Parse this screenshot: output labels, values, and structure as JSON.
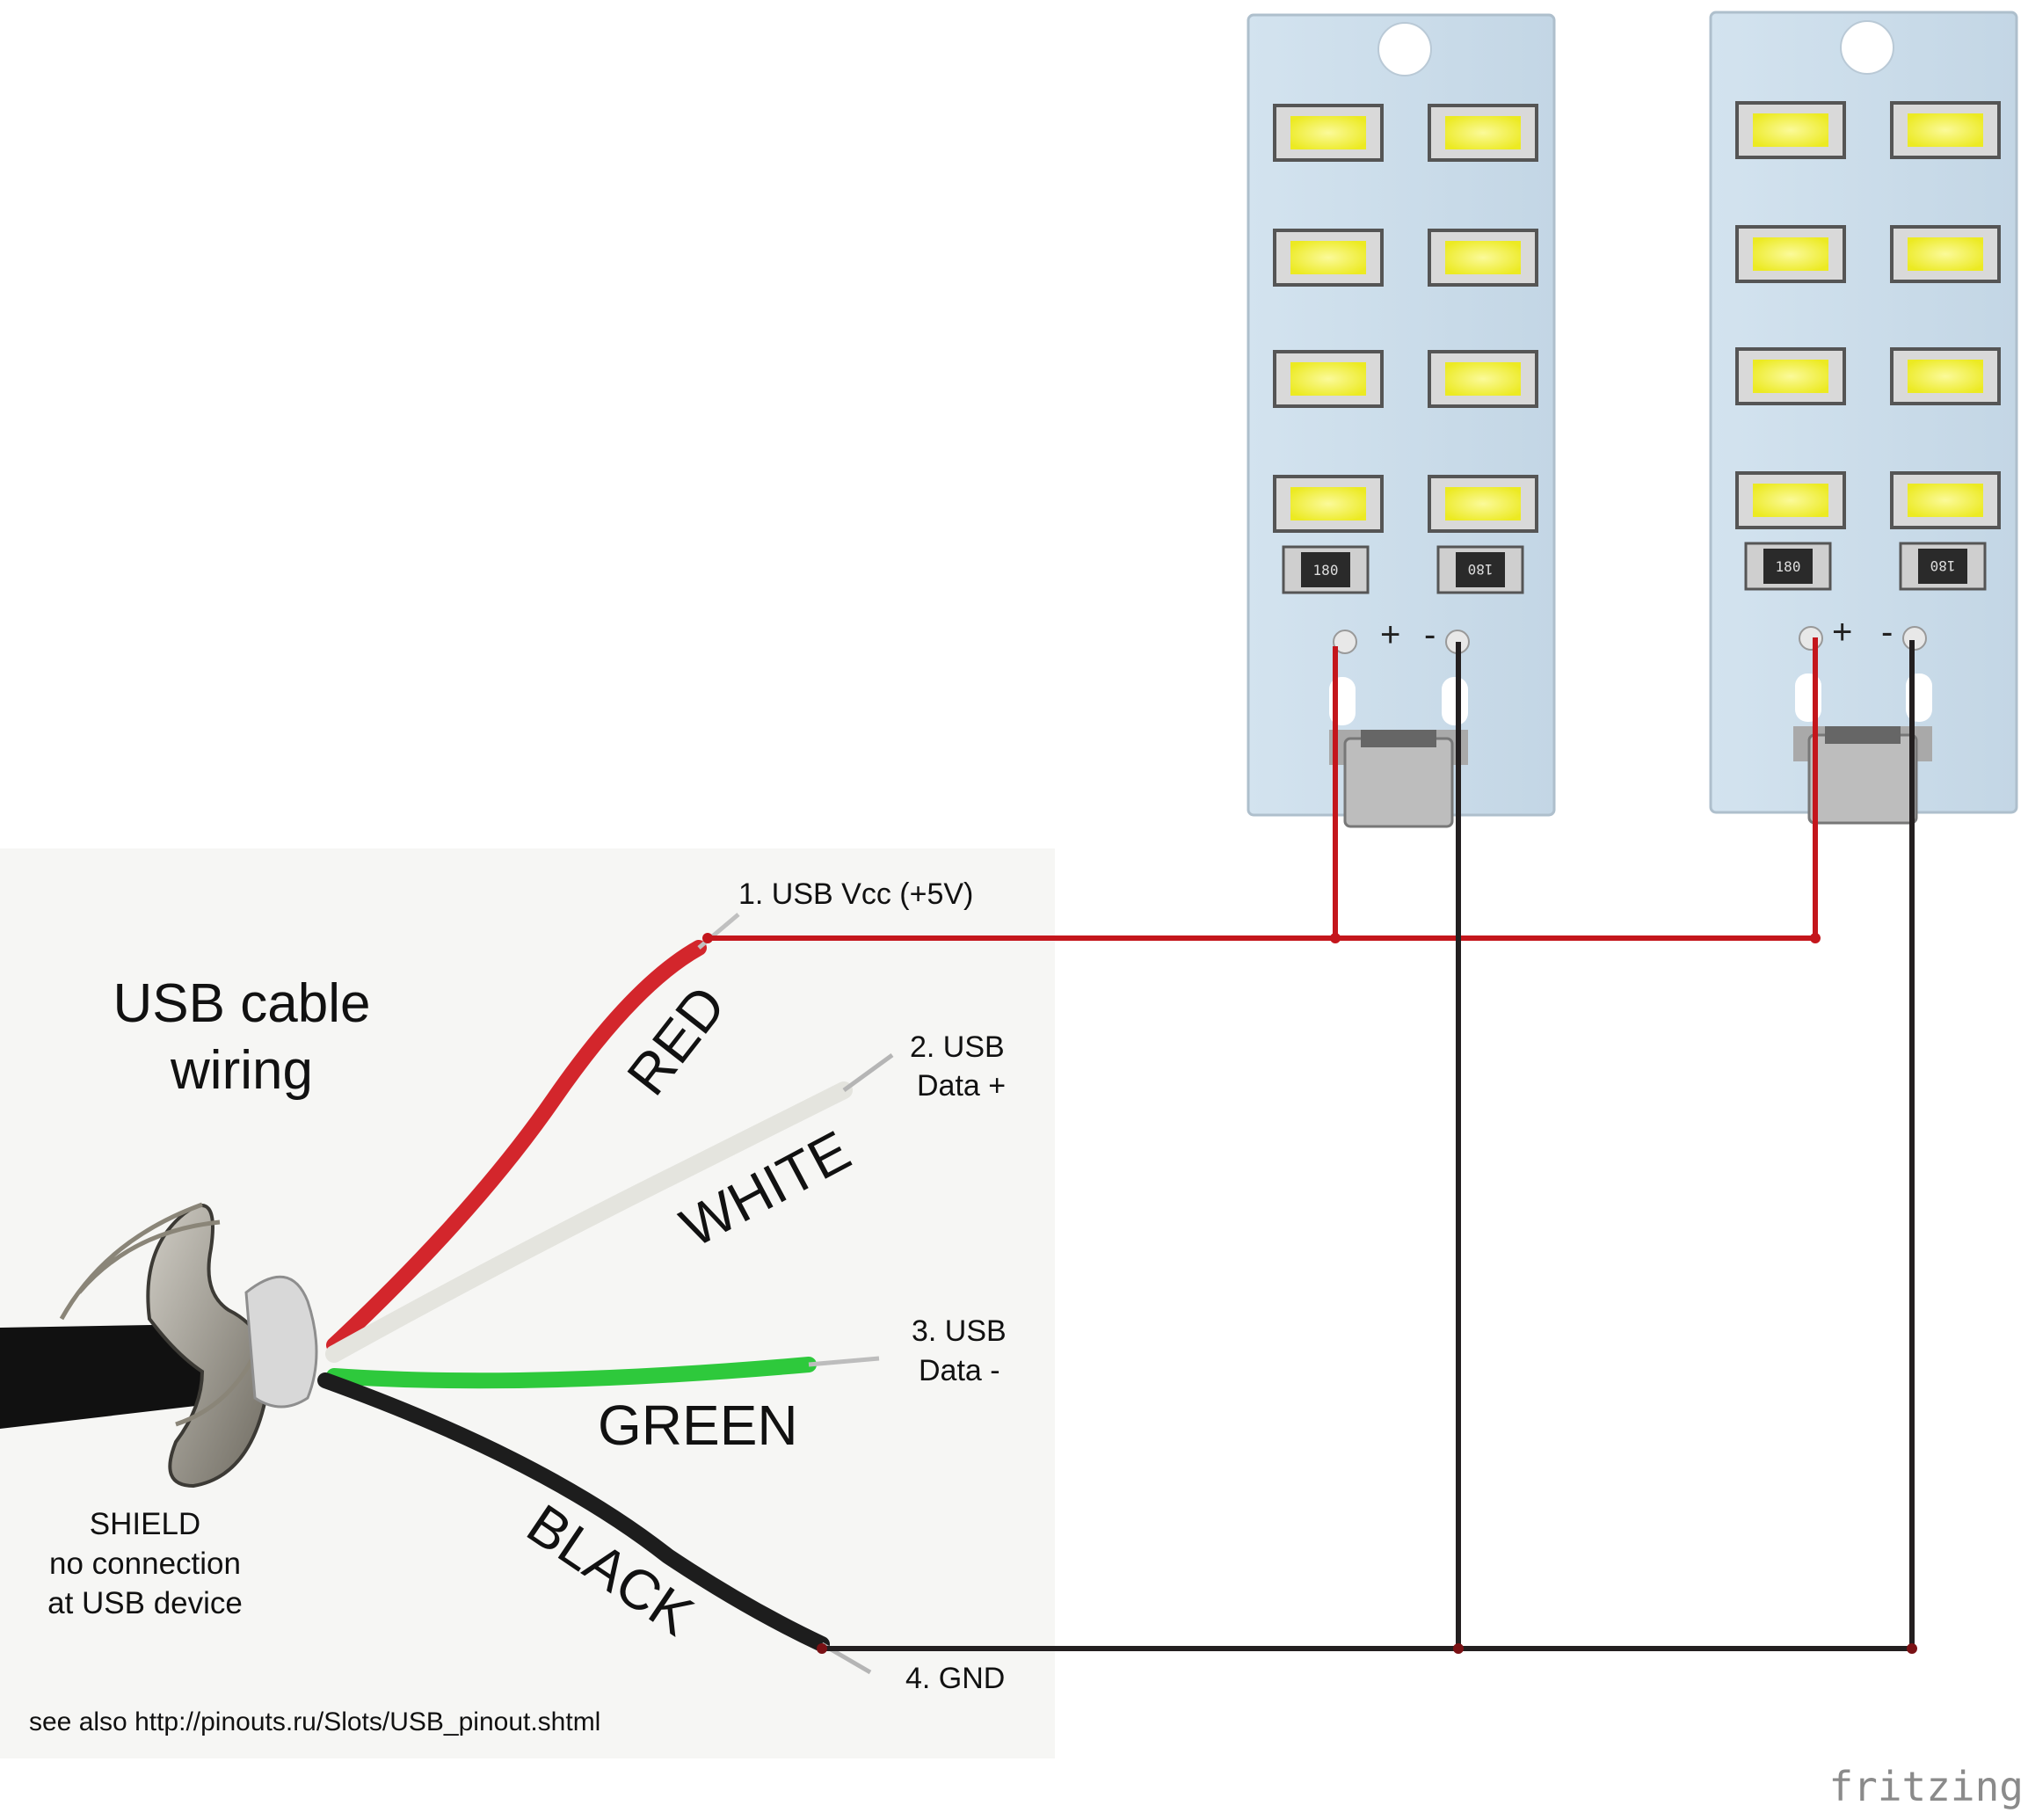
{
  "diagram": {
    "title_line1": "USB cable",
    "title_line2": "wiring",
    "pins": {
      "vcc": "1. USB Vcc (+5V)",
      "data_plus_line1": "2. USB",
      "data_plus_line2": "Data +",
      "data_minus_line1": "3. USB",
      "data_minus_line2": "Data -",
      "gnd": "4. GND"
    },
    "wire_colors": {
      "red": "RED",
      "white": "WHITE",
      "green": "GREEN",
      "black": "BLACK"
    },
    "shield_note": {
      "line1": "SHIELD",
      "line2": "no connection",
      "line3": "at USB device"
    },
    "reference": "see also http://pinouts.ru/Slots/USB_pinout.shtml",
    "brand": "fritzing",
    "boards": [
      {
        "plus_label": "+",
        "minus_label": "-",
        "resistor_left": "180",
        "resistor_right": "180"
      },
      {
        "plus_label": "+",
        "minus_label": "-",
        "resistor_left": "180",
        "resistor_right": "180"
      }
    ]
  },
  "colors": {
    "vcc_wire": "#c4161c",
    "gnd_wire": "#231f20",
    "pcb": "#c9dbe8",
    "led": "#f4f236",
    "green_wire": "#29c23a",
    "cable_jacket": "#111111"
  }
}
